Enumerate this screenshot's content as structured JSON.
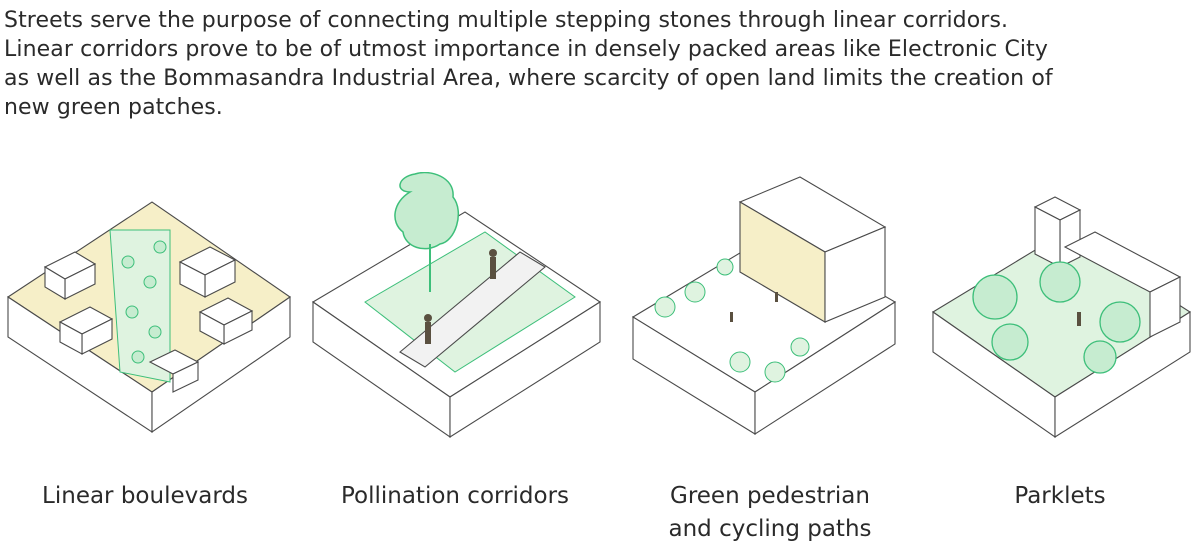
{
  "intro": {
    "text": "Streets serve the purpose of connecting multiple stepping stones through linear corridors.\nLinear corridors prove to be of utmost importance in densely packed areas like Electronic City\nas well as the Bommasandra Industrial Area, where scarcity of open land limits the creation of\nnew green patches."
  },
  "panels": [
    {
      "caption": "Linear boulevards",
      "icon": "linear-boulevards-illustration"
    },
    {
      "caption": "Pollination corridors",
      "icon": "pollination-corridors-illustration"
    },
    {
      "caption": "Green pedestrian\nand cycling paths",
      "icon": "green-paths-illustration"
    },
    {
      "caption": "Parklets",
      "icon": "parklets-illustration"
    }
  ],
  "colors": {
    "green_light": "#dff3e0",
    "green_mid": "#9fdcb0",
    "green_line": "#3dbf7a",
    "accent_yellow": "#f6efc8",
    "figure": "#5a5040",
    "outline": "#4a4a4a"
  }
}
